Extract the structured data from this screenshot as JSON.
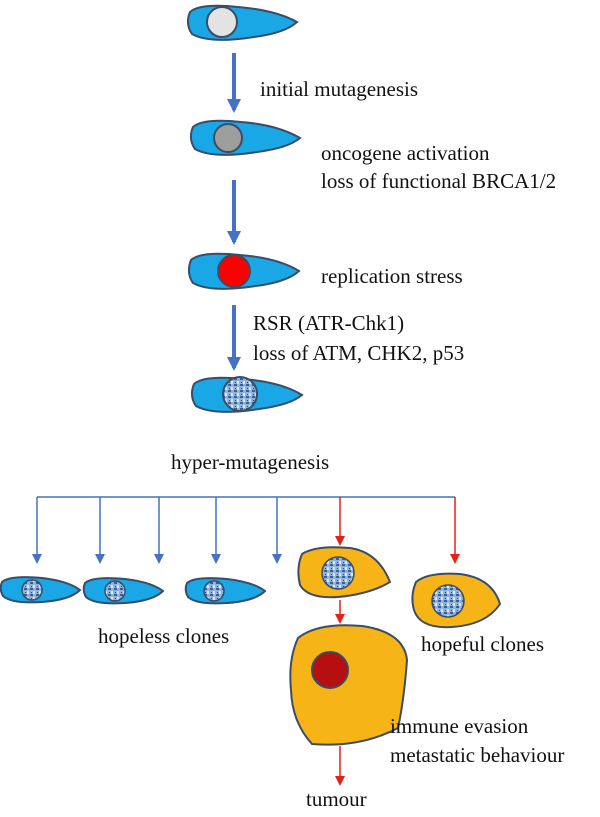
{
  "colors": {
    "cell_blue": "#1aa7e6",
    "cell_orange": "#f7b417",
    "outline": "#3a4c66",
    "arrow_blue": "#4472c4",
    "arrow_red": "#e8201a",
    "nucleus_light": "#e3e3e3",
    "nucleus_grey": "#9e9e9e",
    "nucleus_red": "#ff0000",
    "nucleus_darkred": "#b50f0f",
    "nucleus_pattern": "#8fb3dc"
  },
  "labels": {
    "initial_mutagenesis": "initial mutagenesis",
    "oncogene_activation": "oncogene activation",
    "loss_brca": "loss of functional BRCA1/2",
    "replication_stress": "replication stress",
    "rsr": "RSR (ATR-Chk1)",
    "loss_atm": "loss of ATM, CHK2, p53",
    "hyper_mutagenesis": "hyper-mutagenesis",
    "hopeless_clones": "hopeless clones",
    "hopeful_clones": "hopeful clones",
    "immune_evasion": "immune evasion",
    "metastatic_behaviour": "metastatic behaviour",
    "tumour": "tumour"
  },
  "icons": [
    "cell-icon",
    "nucleus-icon",
    "arrow-icon"
  ]
}
